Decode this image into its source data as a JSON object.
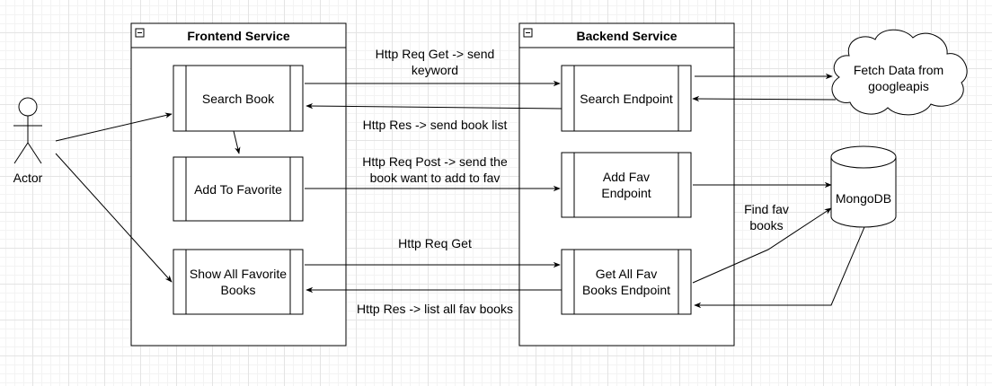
{
  "actor": {
    "label": "Actor"
  },
  "frontend": {
    "title": "Frontend Service",
    "search_book": "Search Book",
    "add_to_favorite": "Add To Favorite",
    "show_all_favorite": "Show All Favorite\nBooks"
  },
  "backend": {
    "title": "Backend Service",
    "search_endpoint": "Search Endpoint",
    "add_fav_endpoint": "Add Fav\nEndpoint",
    "get_all_fav_endpoint": "Get All Fav\nBooks Endpoint"
  },
  "external": {
    "googleapis": "Fetch Data from\ngoogleapis",
    "mongodb": "MongoDB"
  },
  "edges": {
    "search_request": "Http Req Get -> send\nkeyword",
    "search_response": "Http Res -> send book list",
    "add_request": "Http Req Post -> send the\nbook want to add to fav",
    "get_request": "Http Req Get",
    "get_response": "Http Res -> list all fav books",
    "find_fav": "Find fav\nbooks"
  }
}
